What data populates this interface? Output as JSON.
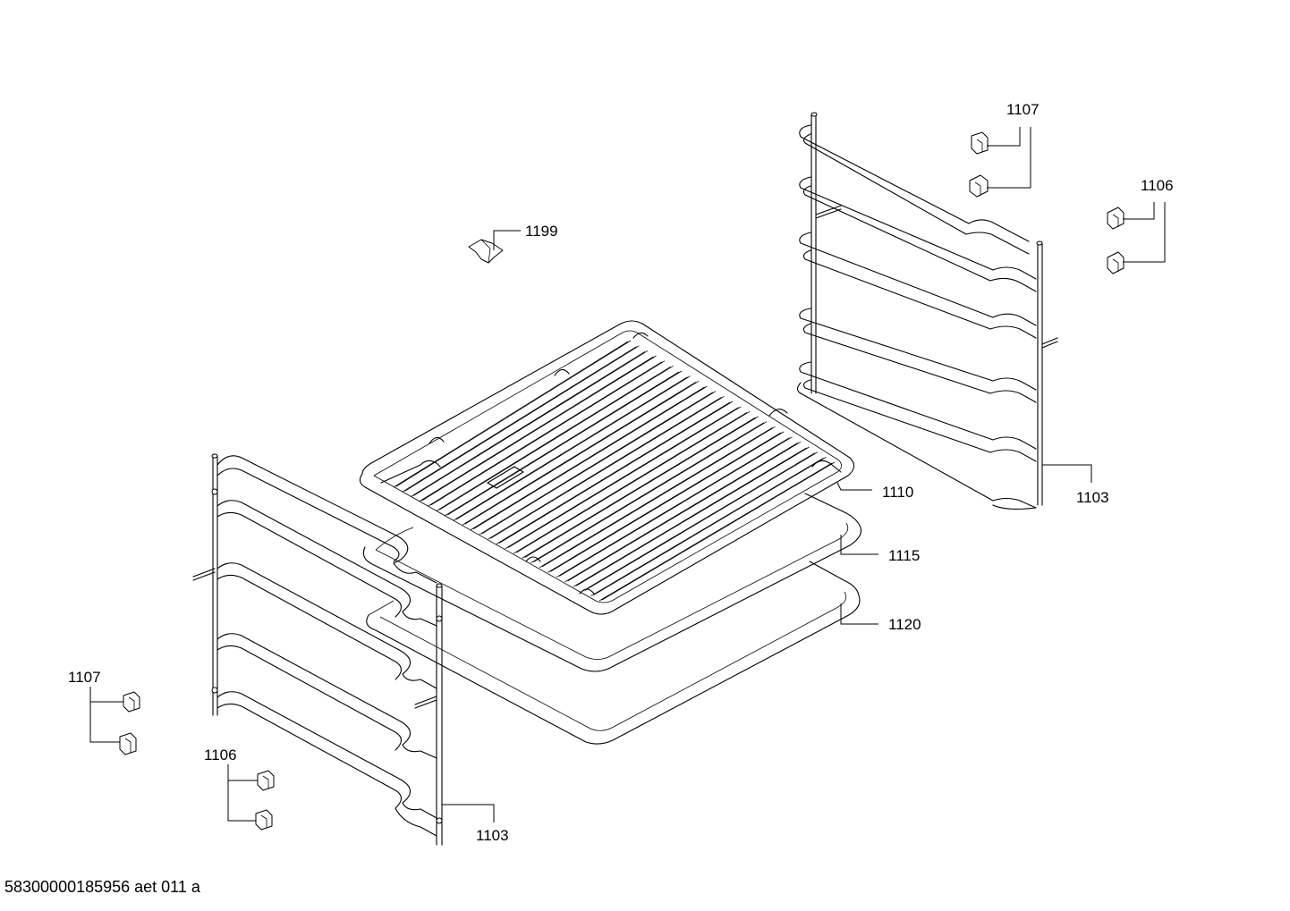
{
  "diagram_id": "58300000185956 aet 011 a",
  "parts": {
    "clip_1199": "1199",
    "clip_1107_top": "1107",
    "clip_1106_top": "1106",
    "rail_1103_right": "1103",
    "grid_1110": "1110",
    "tray_1115": "1115",
    "tray_1120": "1120",
    "clip_1107_left": "1107",
    "clip_1106_bottom": "1106",
    "rail_1103_left": "1103"
  }
}
